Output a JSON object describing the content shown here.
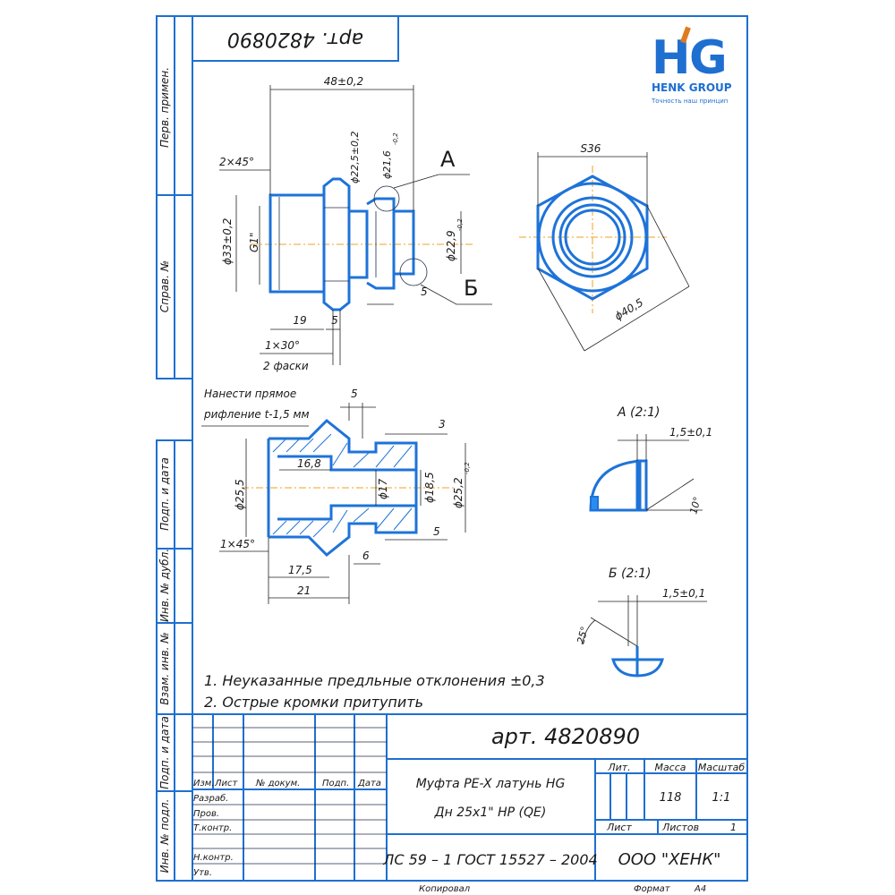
{
  "logo": {
    "mark": "HG",
    "company": "HENK GROUP",
    "tagline": "Точность наш принцип"
  },
  "stamp_top": "арт. 4820890",
  "side_labels": {
    "perv_primen": "Перв. примен.",
    "sprav_no": "Справ. №",
    "podp_data_1": "Подп. и дата",
    "inv_dubl": "Инв. № дубл.",
    "vzam_inv": "Взам. инв. №",
    "podp_data_2": "Подп. и дата",
    "inv_podl": "Инв. № подл."
  },
  "view1": {
    "dim_48": "48±0,2",
    "dim_2x45": "2×45°",
    "dim_d22_5": "ϕ22,5±0,2",
    "dim_d21_6": "ϕ21,6",
    "dim_d21_6_tol": "-0,2",
    "label_A": "А",
    "label_B": "Б",
    "dim_d33": "ϕ33±0,2",
    "dim_g1": "G1\"",
    "dim_d22_9": "ϕ22,9",
    "dim_d22_9_tol": "-0,2",
    "dim_19": "19",
    "dim_5a": "5",
    "dim_5b": "5",
    "dim_1x30": "1×30°",
    "dim_2faski": "2 фаски"
  },
  "hex_view": {
    "dim_s36": "S36",
    "dim_d40_5": "ϕ40,5"
  },
  "section": {
    "note_line1": "Нанести прямое",
    "note_line2": "рифление t-1,5 мм",
    "dim_5top": "5",
    "dim_3": "3",
    "dim_d25_5": "ϕ25,5",
    "dim_16_8": "16,8",
    "dim_d17": "ϕ17",
    "dim_d18_5": "ϕ18,5",
    "dim_d25_2": "ϕ25,2",
    "dim_d25_2_tol": "-0,2",
    "dim_1x45": "1×45°",
    "dim_5right": "5",
    "dim_6": "6",
    "dim_17_5": "17,5",
    "dim_21": "21"
  },
  "detail_A": {
    "title": "А (2:1)",
    "dim_1_5": "1,5±0,1",
    "angle": "10°"
  },
  "detail_B": {
    "title": "Б (2:1)",
    "dim_1_5": "1,5±0,1",
    "angle": "25°"
  },
  "notes": [
    "1. Неуказанные предльные отклонения ±0,3",
    "2. Острые кромки притупить"
  ],
  "title_block": {
    "art": "арт. 4820890",
    "name_line1": "Муфта PE-X латунь HG",
    "name_line2": "Дн 25х1\" НР (QE)",
    "material": "ЛС 59 – 1 ГОСТ 15527 – 2004",
    "company": "ООО \"ХЕНК\"",
    "col_izm": "Изм.",
    "col_list": "Лист",
    "col_docum": "№ докум.",
    "col_podp": "Подп.",
    "col_data": "Дата",
    "row_razrab": "Разраб.",
    "row_prov": "Пров.",
    "row_tkontr": "Т.контр.",
    "row_nkontr": "Н.контр.",
    "row_utv": "Утв.",
    "hdr_lit": "Лит.",
    "hdr_massa": "Масса",
    "hdr_masshtab": "Масштаб",
    "massa": "118",
    "masshtab": "1:1",
    "list_label": "Лист",
    "listov_label": "Листов",
    "listov_value": "1",
    "kopiroval": "Копировал",
    "format_label": "Формат",
    "format_value": "А4"
  },
  "colors": {
    "part_blue": "#1e73d8",
    "axis_orange": "#f0a020",
    "logo_blue": "#1e6fd0",
    "logo_orange": "#e07a20"
  }
}
